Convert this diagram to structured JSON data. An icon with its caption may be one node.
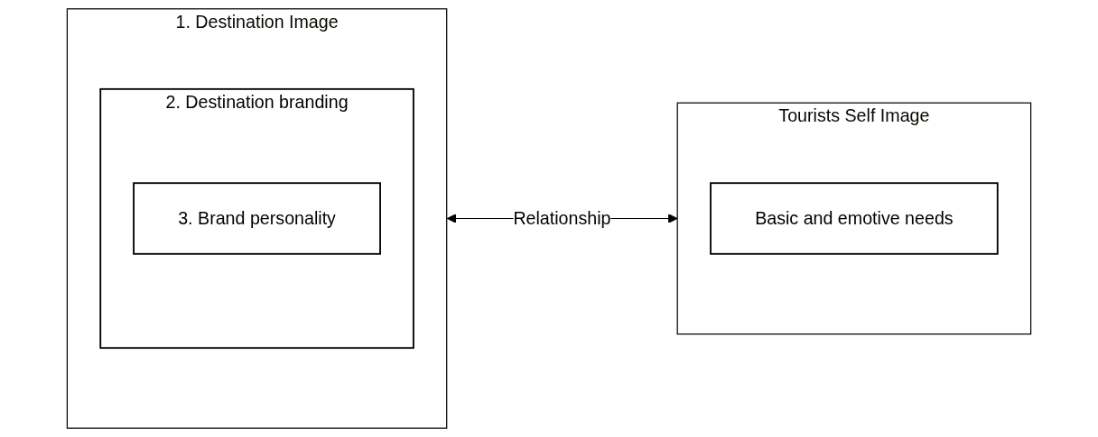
{
  "diagram": {
    "nodes": [
      {
        "text": [
          "1. Destination Image"
        ]
      },
      {
        "text": [
          "2. Destination branding"
        ],
        "in": 0
      },
      {
        "text": [
          "3. Brand personality"
        ],
        "in": 1
      },
      {
        "text": [
          "Tourists Self Image"
        ]
      },
      {
        "text": [
          "Basic and emotive needs"
        ],
        "in": 3
      }
    ],
    "edges": [
      {
        "from": 0,
        "to": 3,
        "arrow": "both",
        "label": "Relationship"
      }
    ]
  }
}
